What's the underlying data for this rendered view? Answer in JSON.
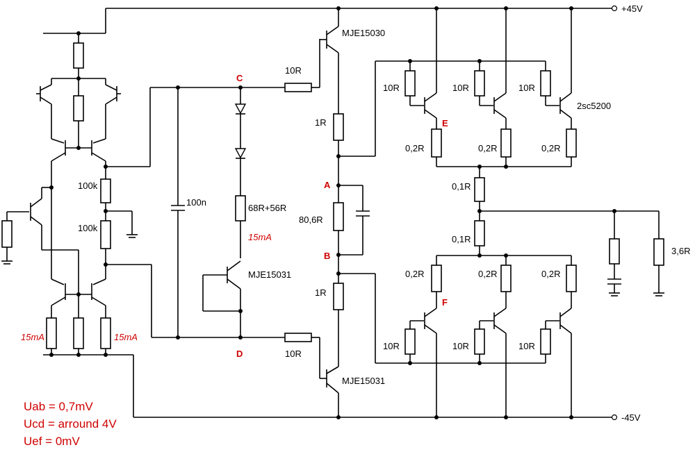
{
  "rails": {
    "positive": "+45V",
    "negative": "-45V"
  },
  "nodes": {
    "a": "A",
    "b": "B",
    "c": "C",
    "d": "D",
    "e": "E",
    "f": "F"
  },
  "components": {
    "r100k_top": "100k",
    "r100k_bottom": "100k",
    "cap_100n": "100n",
    "r_68_56": "68R+56R",
    "current_vbe": "15mA",
    "vbe_transistor": "MJE15031",
    "driver_top": "MJE15030",
    "driver_bottom": "MJE15031",
    "r10_top": "10R",
    "r10_bottom": "10R",
    "r1_top": "1R",
    "r1_bottom": "1R",
    "r_bias": "80,6R",
    "out_top_base": [
      "10R",
      "10R",
      "10R"
    ],
    "out_top_emitter": [
      "0,2R",
      "0,2R",
      "0,2R"
    ],
    "out_transistor": "2sc5200",
    "r01_top": "0,1R",
    "r01_bottom": "0,1R",
    "out_bottom_emitter": [
      "0,2R",
      "0,2R",
      "0,2R"
    ],
    "out_bottom_base": [
      "10R",
      "10R",
      "10R"
    ],
    "load": "3,6R",
    "current_left": "15mA",
    "current_right": "15mA"
  },
  "notes": [
    "Uab = 0,7mV",
    "Ucd = arround 4V",
    "Uef = 0mV"
  ]
}
